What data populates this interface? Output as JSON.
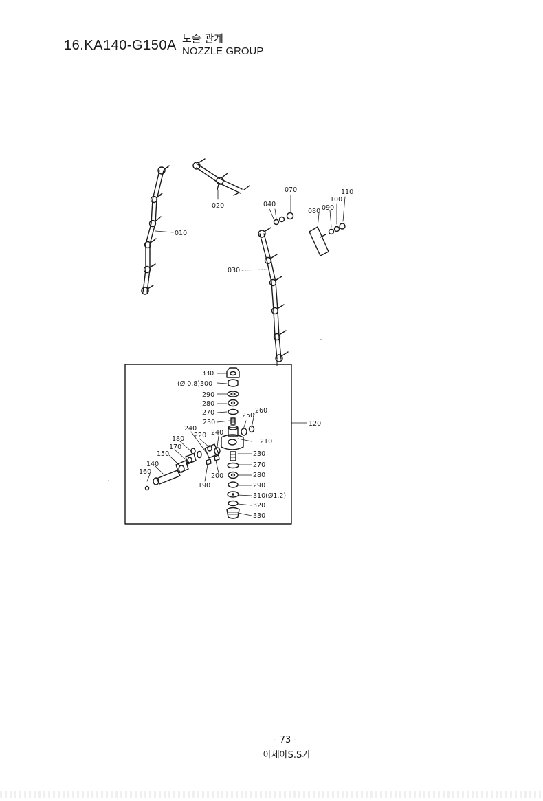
{
  "header": {
    "code": "16.KA140-G150A",
    "title_ko": "노즐 관계",
    "title_en": "NOZZLE GROUP"
  },
  "labels": {
    "p010": "010",
    "p020": "020",
    "p030": "030",
    "p040": "040",
    "p070": "070",
    "p080": "080",
    "p090": "090",
    "p100": "100",
    "p110": "110",
    "p120": "120",
    "p330a": "330",
    "p300": "(Ø 0.8)300",
    "p290a": "290",
    "p280a": "280",
    "p270a": "270",
    "p230a": "230",
    "p250": "250",
    "p260": "260",
    "p240a": "240",
    "p220": "220",
    "p240b": "240",
    "p180": "180",
    "p210": "210",
    "p170": "170",
    "p150": "150",
    "p230b": "230",
    "p140": "140",
    "p270b": "270",
    "p160": "160",
    "p200": "200",
    "p280b": "280",
    "p190": "190",
    "p290b": "290",
    "p310": "310(Ø1.2)",
    "p320": "320",
    "p330b": "330"
  },
  "footer": {
    "page": "- 73 -",
    "brand": "아세아S.S기"
  }
}
